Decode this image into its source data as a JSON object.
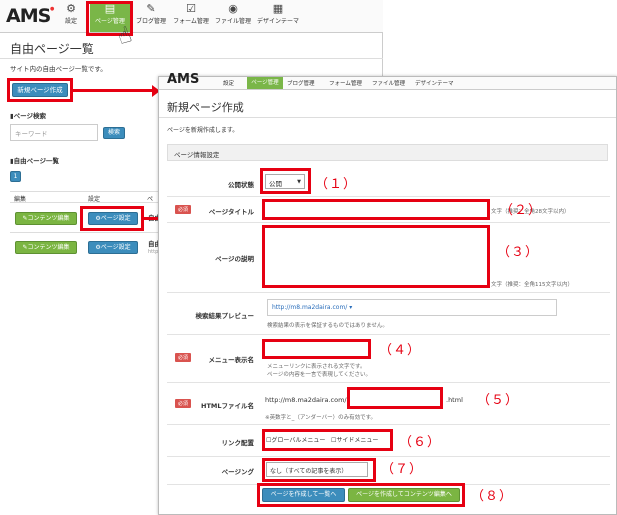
{
  "bg": {
    "logo": "AMS",
    "nav": [
      "設定",
      "ページ管理",
      "ブログ管理",
      "フォーム管理",
      "ファイル管理",
      "デザインテーマ"
    ],
    "title": "自由ページ一覧",
    "subtitle": "サイト内の自由ページ一覧です。",
    "new_button": "新規ページ作成",
    "search_section": "ページ検索",
    "search_placeholder": "キーワード",
    "search_button": "検索",
    "list_section": "自由ページ一覧",
    "page_number": "1",
    "col_edit": "編集",
    "col_settings": "設定",
    "col_third": "ペ",
    "edit_button": "コンテンツ編集",
    "settings_button": "ページ設定",
    "row_frag1": "自由",
    "row_frag2": "自由",
    "row_frag3": "http"
  },
  "panel": {
    "logo": "AMS",
    "nav": [
      "設定",
      "ページ管理",
      "ブログ管理",
      "フォーム管理",
      "ファイル管理",
      "デザインテーマ"
    ],
    "title": "新規ページ作成",
    "subtitle": "ページを新規作成します。",
    "section": "ページ情報設定",
    "status_label": "公開状態",
    "status_value": "公開",
    "page_title_label": "ページタイトル",
    "page_title_note": "文字（推奨：全角28文字以内）",
    "desc_label": "ページの説明",
    "desc_note": "文字（推奨：全角115文字以内）",
    "preview_label": "検索結果プレビュー",
    "preview_url": "http://m8.ma2daira.com/",
    "preview_note": "検索結果の表示を保証するものではありません。",
    "menu_label": "メニュー表示名",
    "menu_note1": "メニューリンクに表示される文字です。",
    "menu_note2": "ページの内容を一言で表現してください。",
    "html_label": "HTMLファイル名",
    "html_prefix": "http://m8.ma2daira.com/",
    "html_suffix": ".html",
    "html_note": "※英数字と_（アンダーバー）のみ有効です。",
    "link_label": "リンク配置",
    "link_global": "グローバルメニュー",
    "link_side": "サイドメニュー",
    "paging_label": "ページング",
    "paging_value": "なし（すべての記事を表示）",
    "btn_list": "ページを作成して一覧へ",
    "btn_content": "ページを作成してコンテンツ編集へ",
    "required": "必須"
  },
  "numbers": [
    "（１）",
    "（２）",
    "（３）",
    "（４）",
    "（５）",
    "（６）",
    "（７）",
    "（８）"
  ],
  "colors": {
    "accent_red": "#e60012",
    "nav_green": "#7ab648",
    "btn_blue": "#3c8dbc",
    "btn_green": "#7bb542"
  }
}
